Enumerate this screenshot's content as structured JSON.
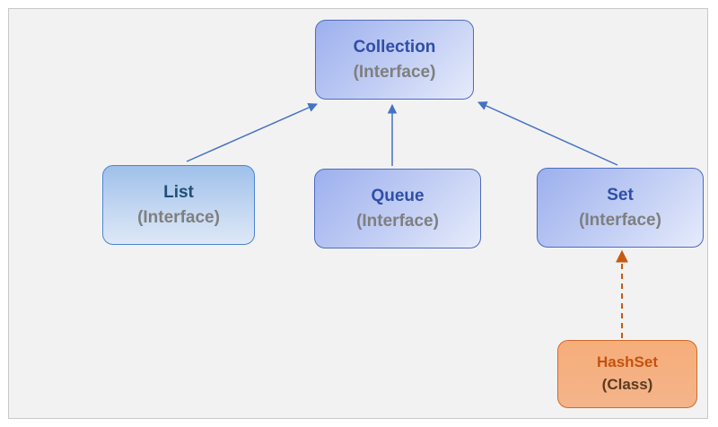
{
  "nodes": {
    "collection": {
      "name": "Collection",
      "kind": "(Interface)"
    },
    "list": {
      "name": "List",
      "kind": "(Interface)"
    },
    "queue": {
      "name": "Queue",
      "kind": "(Interface)"
    },
    "set": {
      "name": "Set",
      "kind": "(Interface)"
    },
    "hashset": {
      "name": "HashSet",
      "kind": "(Class)"
    }
  },
  "edges": [
    {
      "from": "list",
      "to": "collection",
      "style": "solid",
      "color": "#4472c4"
    },
    {
      "from": "queue",
      "to": "collection",
      "style": "solid",
      "color": "#4472c4"
    },
    {
      "from": "set",
      "to": "collection",
      "style": "solid",
      "color": "#4472c4"
    },
    {
      "from": "hashset",
      "to": "set",
      "style": "dashed",
      "color": "#c55a11"
    }
  ]
}
